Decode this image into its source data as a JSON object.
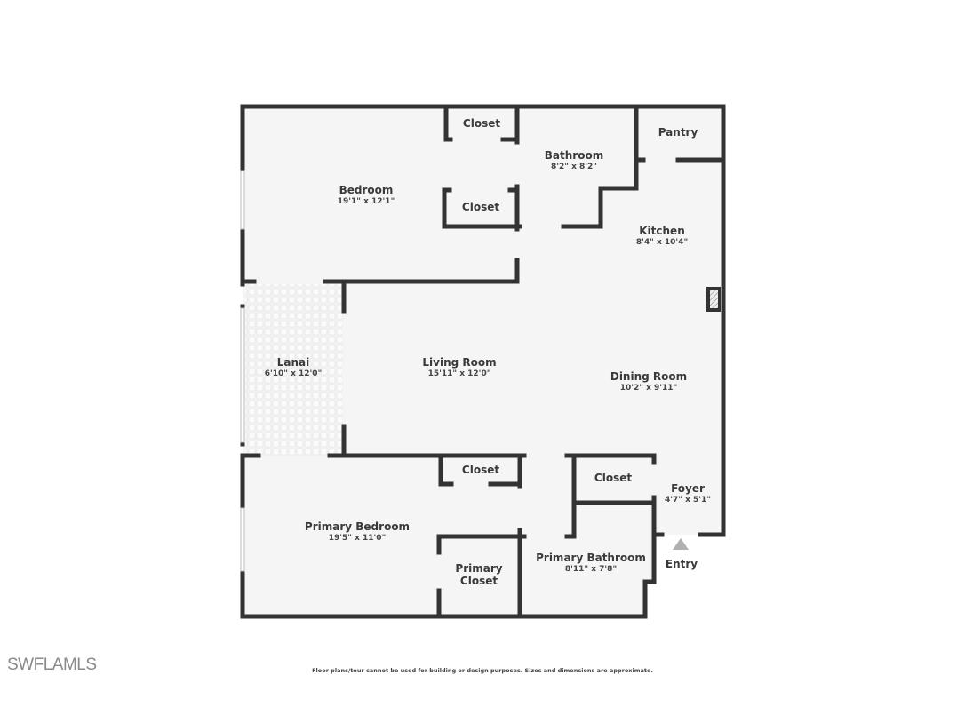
{
  "floorplan": {
    "rooms": [
      {
        "id": "bedroom",
        "name": "Bedroom",
        "dims": "19'1\" x 12'1\""
      },
      {
        "id": "closet1",
        "name": "Closet",
        "dims": ""
      },
      {
        "id": "closet2",
        "name": "Closet",
        "dims": ""
      },
      {
        "id": "bathroom",
        "name": "Bathroom",
        "dims": "8'2\" x 8'2\""
      },
      {
        "id": "pantry",
        "name": "Pantry",
        "dims": ""
      },
      {
        "id": "kitchen",
        "name": "Kitchen",
        "dims": "8'4\" x 10'4\""
      },
      {
        "id": "lanai",
        "name": "Lanai",
        "dims": "6'10\" x 12'0\""
      },
      {
        "id": "living",
        "name": "Living Room",
        "dims": "15'11\" x 12'0\""
      },
      {
        "id": "dining",
        "name": "Dining Room",
        "dims": "10'2\" x 9'11\""
      },
      {
        "id": "closet3",
        "name": "Closet",
        "dims": ""
      },
      {
        "id": "closet4",
        "name": "Closet",
        "dims": ""
      },
      {
        "id": "foyer",
        "name": "Foyer",
        "dims": "4'7\" x 5'1\""
      },
      {
        "id": "primary_bedroom",
        "name": "Primary Bedroom",
        "dims": "19'5\" x 11'0\""
      },
      {
        "id": "primary_closet",
        "name": "Primary Closet",
        "name_line1": "Primary",
        "name_line2": "Closet",
        "dims": ""
      },
      {
        "id": "primary_bathroom",
        "name": "Primary Bathroom",
        "dims": "8'11\" x 7'8\""
      }
    ],
    "entry_label": "Entry",
    "colors": {
      "wall": "#333333",
      "floor": "#f5f5f5",
      "entry_marker": "#b0b0b0"
    }
  },
  "footer": {
    "watermark": "SWFLAMLS",
    "disclaimer": "Floor plans/tour cannot be used for building or design purposes. Sizes and dimensions are approximate."
  }
}
